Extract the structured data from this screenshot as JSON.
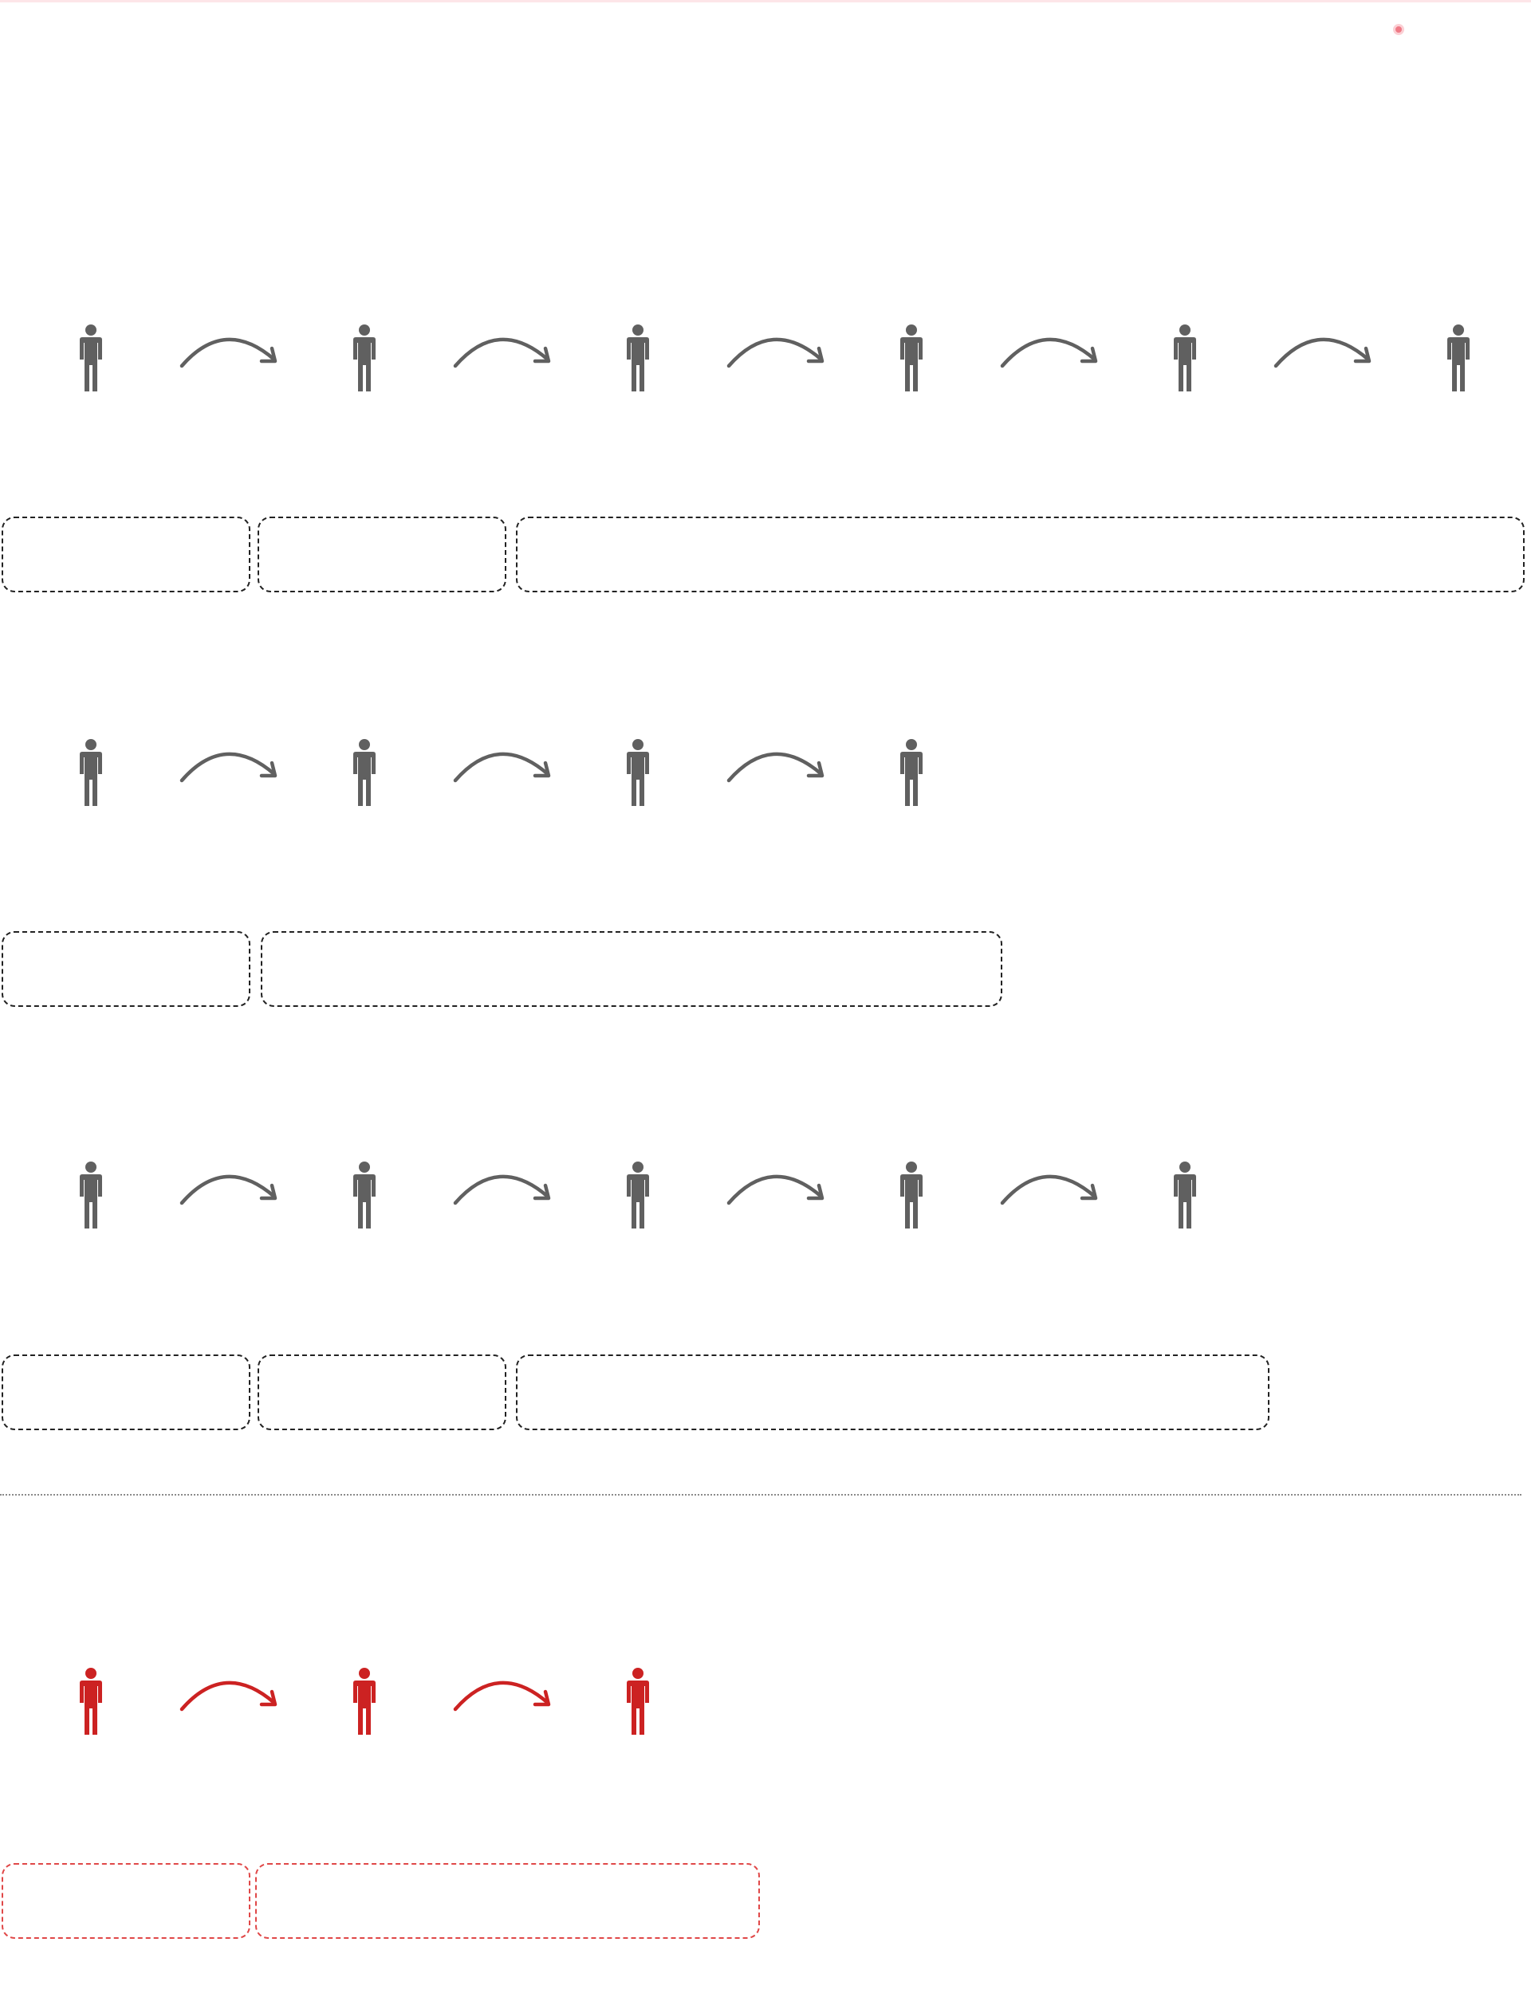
{
  "colors": {
    "neutral": "#606060",
    "box_border": "#222222",
    "highlight": "#cc2222",
    "highlight_box_border": "#e04848",
    "top_rule": "#fde5e8",
    "status_dot_fill": "#ef7a86",
    "status_dot_ring": "#fbd0d5"
  },
  "icons": {
    "person": "person-icon",
    "arrow": "curved-arrow-right-icon"
  },
  "chains": [
    {
      "person_count": 6,
      "box_count": 3,
      "highlight": false
    },
    {
      "person_count": 4,
      "box_count": 2,
      "highlight": false
    },
    {
      "person_count": 5,
      "box_count": 3,
      "highlight": false
    },
    {
      "person_count": 3,
      "box_count": 2,
      "highlight": true
    }
  ]
}
